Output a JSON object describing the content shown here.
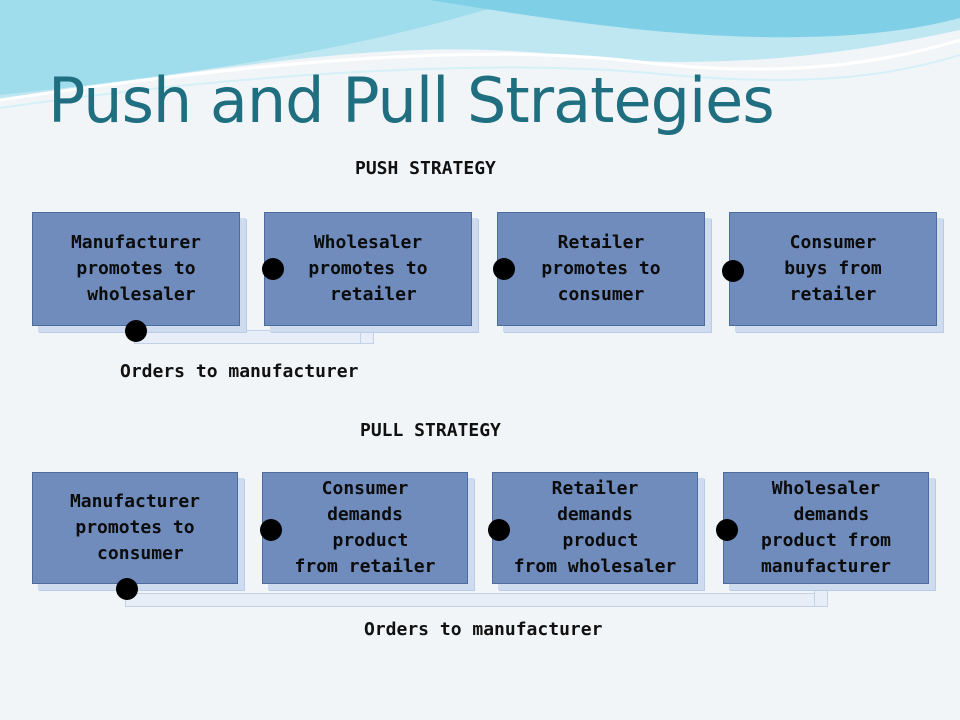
{
  "title": "Push and Pull Strategies",
  "push": {
    "heading": "PUSH STRATEGY",
    "steps": [
      "Manufacturer\npromotes to\n wholesaler",
      "Wholesaler\npromotes to\n retailer",
      "Retailer\npromotes to\nconsumer",
      "Consumer\nbuys from\nretailer"
    ],
    "return_label": "Orders to manufacturer"
  },
  "pull": {
    "heading": "PULL STRATEGY",
    "steps": [
      "Manufacturer\npromotes to\n consumer",
      "Consumer\ndemands\n product\nfrom retailer",
      "Retailer\ndemands\n product\nfrom wholesaler",
      "Wholesaler\n demands\nproduct from\nmanufacturer"
    ],
    "return_label": "Orders to manufacturer"
  },
  "colors": {
    "title": "#1f6f80",
    "box_fill": "#6f8cbd",
    "wave_light": "#bfe7f2",
    "wave_mid": "#7fd0e6"
  }
}
